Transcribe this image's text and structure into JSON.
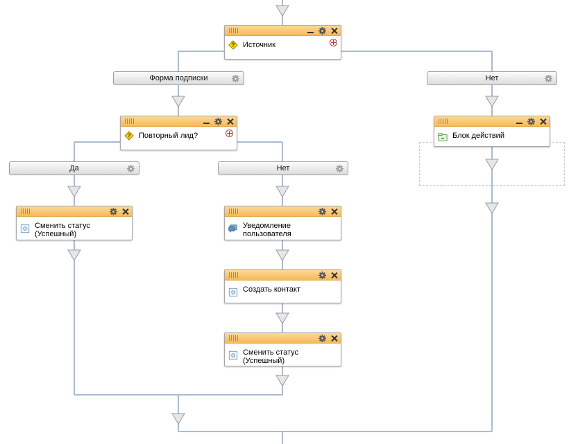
{
  "colors": {
    "connector": "#a9bcd0",
    "block_header": "#f6b95a",
    "branch_bg": "#dcdcdc"
  },
  "blocks": {
    "source": {
      "label": "Источник",
      "icon": "condition-icon"
    },
    "repeat_lead": {
      "label": "Повторный лид?",
      "icon": "condition-icon"
    },
    "action_block": {
      "label": "Блок действий",
      "icon": "folder-icon"
    },
    "set_status_yes": {
      "label": "Сменить статус (Успешный)",
      "icon": "activity-icon"
    },
    "user_notify": {
      "label": "Уведомление пользователя",
      "icon": "message-icon"
    },
    "create_contact": {
      "label": "Создать контакт",
      "icon": "activity-icon"
    },
    "set_status_no": {
      "label": "Сменить статус (Успешный)",
      "icon": "activity-icon"
    }
  },
  "branches": {
    "subscription_form": "Форма подписки",
    "no_right": "Нет",
    "yes": "Да",
    "no_middle": "Нет"
  }
}
